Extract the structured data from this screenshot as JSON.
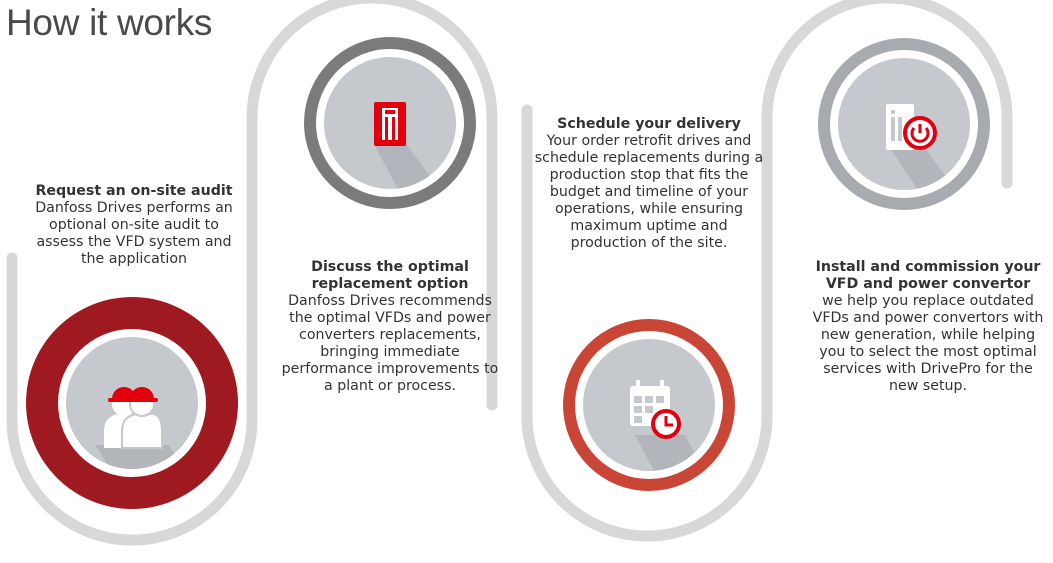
{
  "header": {
    "title": "How it works"
  },
  "colors": {
    "track": "#d8d8d8",
    "red_dark": "#9e1a20",
    "grey_dark": "#7b7b7b",
    "red_orange": "#c94536",
    "grey_light": "#a7abaf",
    "icon_red": "#e2000f",
    "inner_circle": "#c5c8cc"
  },
  "steps": [
    {
      "icon": "workers-hardhat-icon",
      "title": "Request an on-site audit",
      "description": "Danfoss Drives performs an optional on-site audit to assess the VFD system and the application"
    },
    {
      "icon": "drive-cabinet-icon",
      "title": "Discuss the optimal replacement option",
      "description": "Danfoss Drives recommends the optimal VFDs and power converters replacements, bringing immediate performance improvements to a plant or process."
    },
    {
      "icon": "calendar-clock-icon",
      "title": "Schedule your delivery",
      "description": "Your order retrofit drives and schedule replacements during a production stop that fits the budget and timeline of your operations, while ensuring maximum uptime and production of the site."
    },
    {
      "icon": "drive-power-icon",
      "title": "Install and commission your VFD and power convertor",
      "description": "we help you replace outdated VFDs and power convertors with new generation, while helping you to select the most optimal services with DrivePro for the new setup."
    }
  ]
}
